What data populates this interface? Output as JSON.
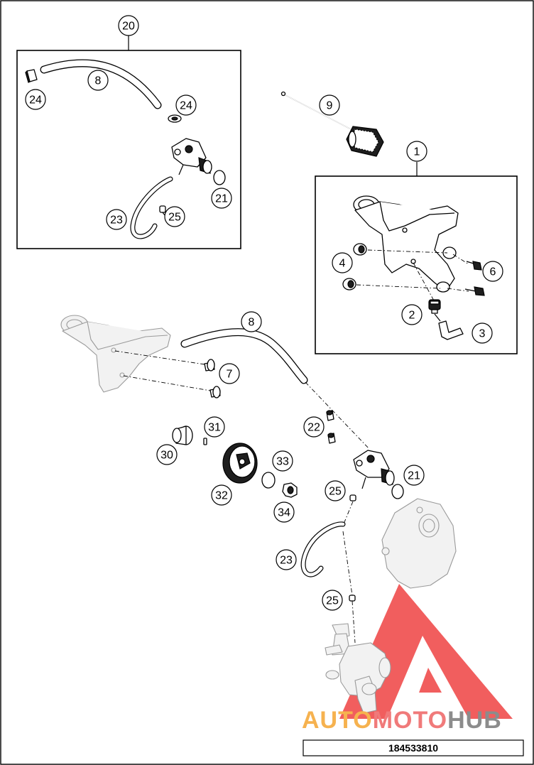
{
  "diagram": {
    "callouts": [
      "20",
      "8",
      "24",
      "24",
      "21",
      "23",
      "25",
      "9",
      "1",
      "4",
      "6",
      "2",
      "3",
      "8",
      "7",
      "31",
      "22",
      "30",
      "33",
      "32",
      "34",
      "21",
      "25",
      "23",
      "25"
    ],
    "reference_number": "184533810",
    "watermark": {
      "text_part1": "AUTO",
      "text_part2": "MOTO",
      "text_part3": "HUB",
      "color_part1": "#f6b24f",
      "color_part2": "#f07a7a",
      "color_part3": "#8c8c8c",
      "logo_color": "#ee3b3b"
    }
  }
}
